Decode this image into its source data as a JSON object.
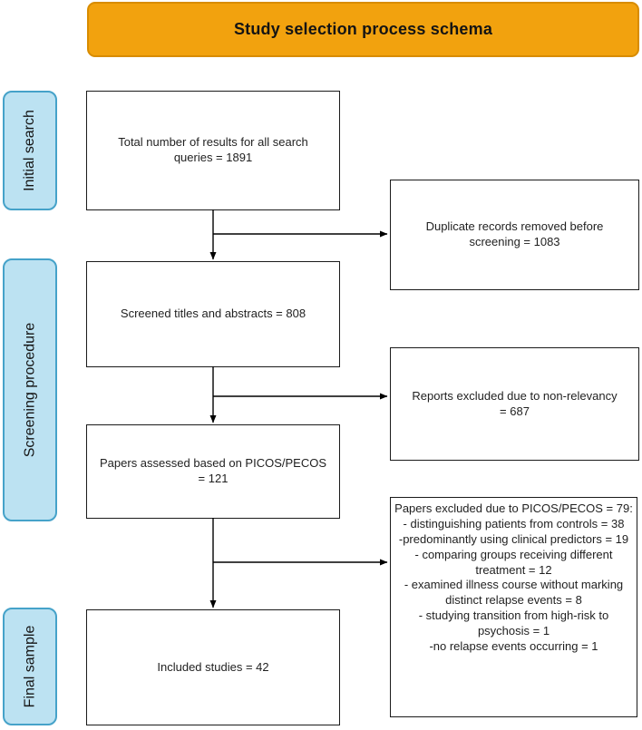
{
  "title": "Study selection process schema",
  "colors": {
    "banner_fill": "#F2A20E",
    "banner_border": "#D88C00",
    "stage_fill": "#BCE2F2",
    "stage_border": "#45A2C9",
    "box_border": "#1a1a1a",
    "arrow": "#000000"
  },
  "stage_labels": [
    {
      "label": "Initial search"
    },
    {
      "label": "Screening procedure"
    },
    {
      "label": "Final sample"
    }
  ],
  "flow_boxes": [
    {
      "text": "Total number of results for all search queries = 1891"
    },
    {
      "text": "Screened titles and abstracts = 808"
    },
    {
      "text": "Papers assessed based on PICOS/PECOS = 121"
    },
    {
      "text": "Included studies = 42"
    }
  ],
  "exclusion_boxes": [
    {
      "text": "Duplicate records removed before screening = 1083"
    },
    {
      "text": "Reports excluded due to non-relevancy = 687"
    },
    {
      "lines": [
        "Papers excluded due to PICOS/PECOS = 79:",
        "- distinguishing patients from controls = 38",
        "-predominantly using clinical predictors = 19",
        "- comparing groups receiving different treatment = 12",
        "- examined illness course without marking distinct relapse events = 8",
        "- studying transition from high-risk to psychosis = 1",
        "-no relapse events occurring = 1"
      ]
    }
  ]
}
